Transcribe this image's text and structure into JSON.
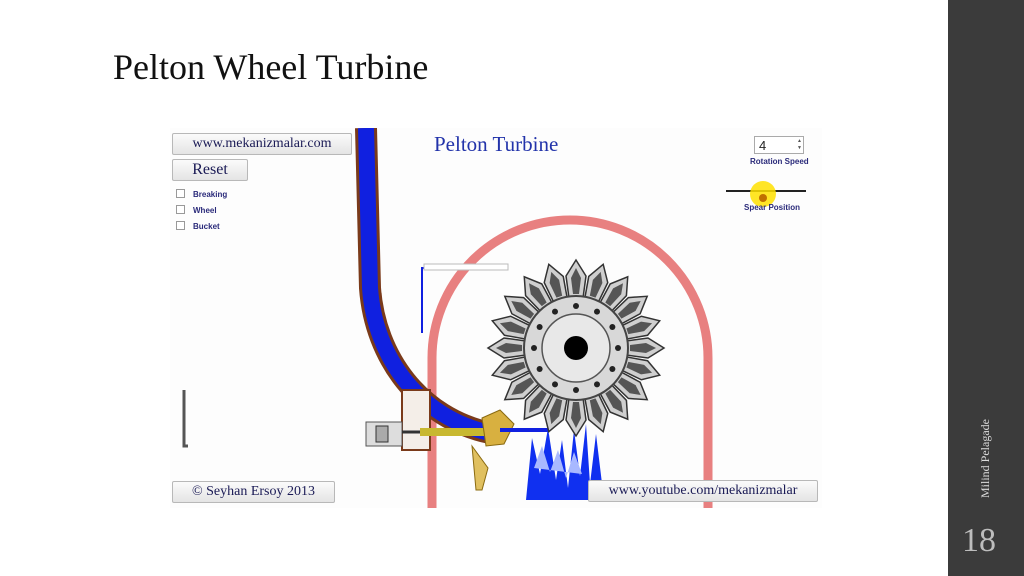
{
  "slide": {
    "title": "Pelton Wheel Turbine",
    "author": "Milind Pelagade",
    "page_number": "18"
  },
  "simulation": {
    "title": "Pelton Turbine",
    "website_button": "www.mekanizmalar.com",
    "reset_button": "Reset",
    "checkboxes": [
      "Breaking",
      "Wheel",
      "Bucket"
    ],
    "rotation_speed_value": "4",
    "rotation_speed_label": "Rotation Speed",
    "spear_position_label": "Spear Position",
    "copyright_button": "© Seyhan Ersoy 2013",
    "youtube_button": "www.youtube.com/mekanizmalar"
  },
  "colors": {
    "right_bar": "#3b3b3b",
    "water": "#1020e0",
    "casing": "#e88080",
    "title_blue": "#2233aa",
    "slider_knob": "#ffe000"
  },
  "icons": [
    "turbine-wheel-icon",
    "nozzle-icon",
    "spear-valve-icon",
    "water-jet-icon",
    "checkbox-icon",
    "spinner-icon"
  ]
}
